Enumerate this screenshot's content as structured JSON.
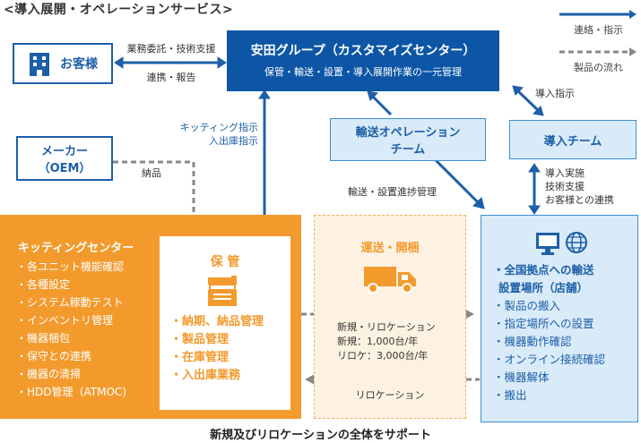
{
  "title": "<導入展開・オペレーションサービス>",
  "legend": {
    "solid_label": "連絡・指示",
    "dashed_label": "製品の流れ"
  },
  "customer": {
    "label": "お客様"
  },
  "arrow_customer_top": "業務委託・技術支援",
  "arrow_customer_bottom": "連携・報告",
  "yasuda": {
    "title": "安田グループ（カスタマイズセンター）",
    "subtitle": "保管・輸送・設置・導入展開作業の一元管理"
  },
  "maker": {
    "line1": "メーカー",
    "line2": "（OEM）"
  },
  "nouhin_label": "納品",
  "kitting_instruction": {
    "line1": "キッティング指示",
    "line2": "入出庫指示"
  },
  "transport_team": {
    "line1": "輸送オペレーション",
    "line2": "チーム"
  },
  "intro_team": {
    "label": "導入チーム"
  },
  "intro_instruction": "導入指示",
  "transport_progress": "輸送・設置進捗管理",
  "intro_support": {
    "line1": "導入実施",
    "line2": "技術支援",
    "line3": "お客様との連携"
  },
  "kitting_center": {
    "title": "キッティングセンター",
    "items": [
      "・各ユニット機能確認",
      "・各種設定",
      "・システム稼動テスト",
      "・インベントリ管理",
      "・機器梱包",
      "・保守との連携",
      "・機器の清掃",
      "・HDD管理（ATMOC)"
    ]
  },
  "storage": {
    "title": "保 管",
    "items": [
      "・納期、納品管理",
      "・製品管理",
      "・在庫管理",
      "・入出庫業務"
    ]
  },
  "delivery": {
    "title": "運送・開梱",
    "line1": "新規・リロケーション",
    "line2": "新規：1,000台/年",
    "line3": "リロケ：3,000台/年",
    "relocation": "リロケーション"
  },
  "sites": {
    "bold_items": [
      "・全国拠点への輸送",
      "設置場所（店舗）"
    ],
    "items": [
      "・製品の搬入",
      "・指定場所への設置",
      "・機器動作確認",
      "・オンライン接続確認",
      "・機器解体",
      "・搬出"
    ]
  },
  "footer": "新規及びリロケーションの全体をサポート",
  "colors": {
    "dark_blue": "#0d56a6",
    "light_blue": "#d9ebf8",
    "orange": "#f39a2d",
    "cream": "#fdf2e2",
    "arrow_gray": "#888888"
  }
}
